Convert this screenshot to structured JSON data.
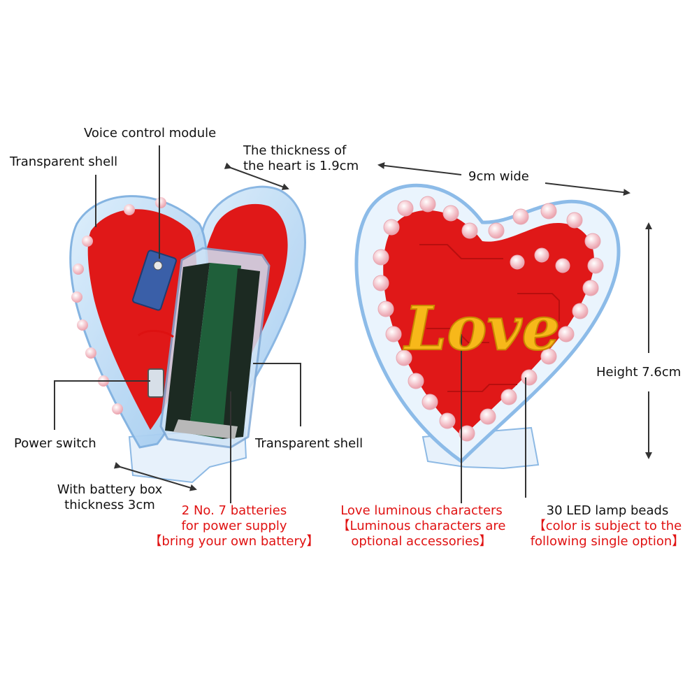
{
  "colors": {
    "label_black": "#111111",
    "label_red": "#e01212",
    "pcb_red": "#e01818",
    "led_pink": "#f3c0c8",
    "love_yellow": "#f7b81a",
    "shell_blue": "#9ec8ee"
  },
  "callouts": {
    "voice_module": "Voice control module",
    "shell_left": "Transparent shell",
    "heart_thickness": [
      "The thickness of",
      "the heart is 1.9cm"
    ],
    "width": "9cm wide",
    "height": "Height 7.6cm",
    "power_switch": "Power switch",
    "shell_right": "Transparent shell",
    "battery_box": [
      "With battery box",
      "thickness 3cm"
    ],
    "batteries": [
      "2 No. 7 batteries",
      "for power supply",
      "【bring your own battery】"
    ],
    "love_chars": [
      "Love luminous characters",
      "【Luminous characters are",
      "optional accessories】"
    ],
    "led_beads": [
      "30 LED lamp beads",
      "【color is subject to the",
      "following single option】"
    ]
  },
  "product_text": {
    "love_word": "Love"
  },
  "icons": [
    "arrow-icon",
    "heart-shell-icon",
    "battery-icon",
    "led-bead-icon"
  ]
}
